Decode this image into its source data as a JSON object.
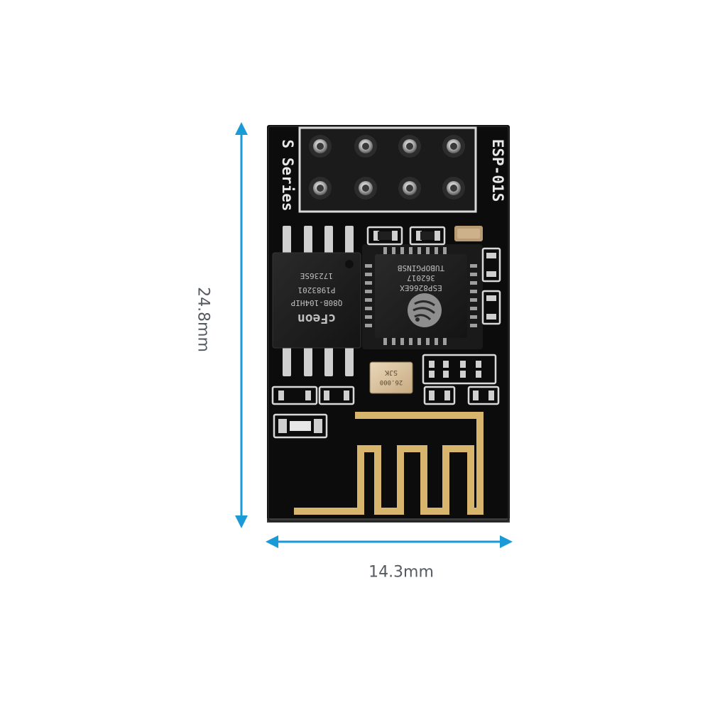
{
  "dimensions": {
    "height": "24.8mm",
    "width": "14.3mm"
  },
  "board": {
    "model_label": "ESP-01S",
    "series_label": "S Series"
  },
  "chips": {
    "flash": {
      "brand": "cFeon",
      "line1": "Q80B-104HIP",
      "line2": "P1983201",
      "line3": "17236SE"
    },
    "mcu": {
      "line1": "ESP8266EX",
      "line2": "362017",
      "line3": "TUBOPGINSB"
    },
    "crystal": {
      "line1": "26.000",
      "line2": "SJK"
    }
  },
  "colors": {
    "dimension_arrow": "#1a9ad6",
    "dimension_text": "#555a60",
    "pcb": "#0c0c0c",
    "antenna_gold": "#d7b56d",
    "silkscreen": "#e8e8e8"
  }
}
